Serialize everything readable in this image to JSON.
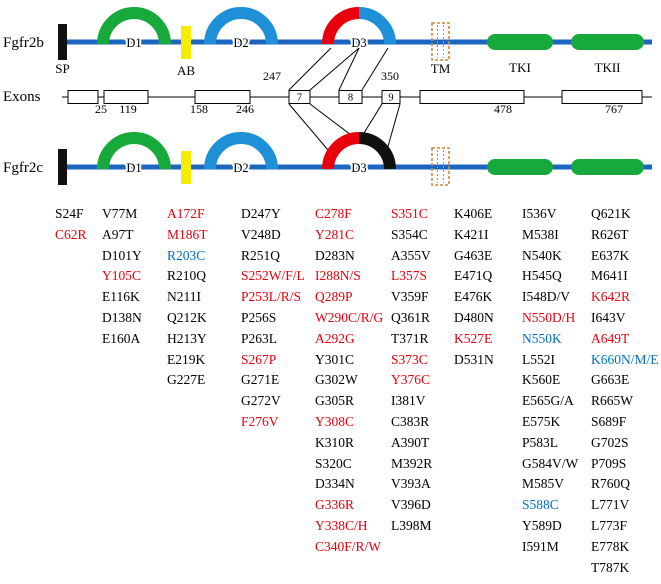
{
  "diagram": {
    "fgfr2b": {
      "name": "Fgfr2b",
      "sp": "SP",
      "ab": "AB",
      "d1": "D1",
      "d2": "D2",
      "d3": "D3",
      "tm": "TM",
      "tki": "TKI",
      "tkii": "TKII"
    },
    "exons": {
      "name": "Exons",
      "above_left": "247",
      "above_right": "350",
      "n25": "25",
      "n119": "119",
      "n158": "158",
      "n246": "246",
      "n478": "478",
      "n767": "767",
      "e7": "7",
      "e8": "8",
      "e9": "9"
    },
    "fgfr2c": {
      "name": "Fgfr2c",
      "d1": "D1",
      "d2": "D2",
      "d3": "D3"
    }
  },
  "colors": {
    "black_text": "#000000",
    "red_mutation": "#e8000d",
    "blue_mutation": "#0070c0",
    "backbone_blue": "#1c66c0",
    "domain_green": "#17a93b",
    "domain_blue": "#1e90d8",
    "domain_red": "#e8000d",
    "domain_black": "#111111",
    "ab_yellow": "#f5ec00",
    "tm_orange": "#cd8a3f"
  },
  "mutation_columns": [
    [
      {
        "t": "S24F",
        "c": "k"
      },
      {
        "t": "C62R",
        "c": "r"
      }
    ],
    [
      {
        "t": "V77M",
        "c": "k"
      },
      {
        "t": "A97T",
        "c": "k"
      },
      {
        "t": "D101Y",
        "c": "k"
      },
      {
        "t": "Y105C",
        "c": "r"
      },
      {
        "t": "E116K",
        "c": "k"
      },
      {
        "t": "D138N",
        "c": "k"
      },
      {
        "t": "E160A",
        "c": "k"
      }
    ],
    [
      {
        "t": "A172F",
        "c": "r"
      },
      {
        "t": "M186T",
        "c": "r"
      },
      {
        "t": "R203C",
        "c": "b"
      },
      {
        "t": "R210Q",
        "c": "k"
      },
      {
        "t": "N211I",
        "c": "k"
      },
      {
        "t": "Q212K",
        "c": "k"
      },
      {
        "t": "H213Y",
        "c": "k"
      },
      {
        "t": "E219K",
        "c": "k"
      },
      {
        "t": "G227E",
        "c": "k"
      }
    ],
    [
      {
        "t": "D247Y",
        "c": "k"
      },
      {
        "t": "V248D",
        "c": "k"
      },
      {
        "t": "R251Q",
        "c": "k"
      },
      {
        "t": "S252W/F/L",
        "c": "r"
      },
      {
        "t": "P253L/R/S",
        "c": "r"
      },
      {
        "t": "P256S",
        "c": "k"
      },
      {
        "t": "P263L",
        "c": "k"
      },
      {
        "t": "S267P",
        "c": "r"
      },
      {
        "t": "G271E",
        "c": "k"
      },
      {
        "t": "G272V",
        "c": "k"
      },
      {
        "t": "F276V",
        "c": "r"
      }
    ],
    [
      {
        "t": "C278F",
        "c": "r"
      },
      {
        "t": "Y281C",
        "c": "r"
      },
      {
        "t": "D283N",
        "c": "k"
      },
      {
        "t": "I288N/S",
        "c": "r"
      },
      {
        "t": "Q289P",
        "c": "r"
      },
      {
        "t": "W290C/R/G",
        "c": "r"
      },
      {
        "t": "A292G",
        "c": "r"
      },
      {
        "t": "Y301C",
        "c": "k"
      },
      {
        "t": "G302W",
        "c": "k"
      },
      {
        "t": "G305R",
        "c": "k"
      },
      {
        "t": "Y308C",
        "c": "r"
      },
      {
        "t": "K310R",
        "c": "k"
      },
      {
        "t": "S320C",
        "c": "k"
      },
      {
        "t": "D334N",
        "c": "k"
      },
      {
        "t": "G336R",
        "c": "r"
      },
      {
        "t": "Y338C/H",
        "c": "r"
      },
      {
        "t": "C340F/R/W",
        "c": "r"
      }
    ],
    [
      {
        "t": "S351C",
        "c": "r"
      },
      {
        "t": "S354C",
        "c": "k"
      },
      {
        "t": "A355V",
        "c": "k"
      },
      {
        "t": "L357S",
        "c": "r"
      },
      {
        "t": "V359F",
        "c": "k"
      },
      {
        "t": "Q361R",
        "c": "k"
      },
      {
        "t": "T371R",
        "c": "k"
      },
      {
        "t": "S373C",
        "c": "r"
      },
      {
        "t": "Y376C",
        "c": "r"
      },
      {
        "t": "I381V",
        "c": "k"
      },
      {
        "t": "C383R",
        "c": "k"
      },
      {
        "t": "A390T",
        "c": "k"
      },
      {
        "t": "M392R",
        "c": "k"
      },
      {
        "t": "V393A",
        "c": "k"
      },
      {
        "t": "V396D",
        "c": "k"
      },
      {
        "t": "L398M",
        "c": "k"
      }
    ],
    [
      {
        "t": "K406E",
        "c": "k"
      },
      {
        "t": "K421I",
        "c": "k"
      },
      {
        "t": "G463E",
        "c": "k"
      },
      {
        "t": "E471Q",
        "c": "k"
      },
      {
        "t": "E476K",
        "c": "k"
      },
      {
        "t": "D480N",
        "c": "k"
      },
      {
        "t": "K527E",
        "c": "r"
      },
      {
        "t": "D531N",
        "c": "k"
      }
    ],
    [
      {
        "t": "I536V",
        "c": "k"
      },
      {
        "t": "M538I",
        "c": "k"
      },
      {
        "t": "N540K",
        "c": "k"
      },
      {
        "t": "H545Q",
        "c": "k"
      },
      {
        "t": "I548D/V",
        "c": "k"
      },
      {
        "t": "N550D/H",
        "c": "r"
      },
      {
        "t": "N550K",
        "c": "b"
      },
      {
        "t": "L552I",
        "c": "k"
      },
      {
        "t": "K560E",
        "c": "k"
      },
      {
        "t": "E565G/A",
        "c": "k"
      },
      {
        "t": "E575K",
        "c": "k"
      },
      {
        "t": "P583L",
        "c": "k"
      },
      {
        "t": "G584V/W",
        "c": "k"
      },
      {
        "t": "M585V",
        "c": "k"
      },
      {
        "t": "S588C",
        "c": "b"
      },
      {
        "t": "Y589D",
        "c": "k"
      },
      {
        "t": "I591M",
        "c": "k"
      }
    ],
    [
      {
        "t": "Q621K",
        "c": "k"
      },
      {
        "t": "R626T",
        "c": "k"
      },
      {
        "t": "E637K",
        "c": "k"
      },
      {
        "t": "M641I",
        "c": "k"
      },
      {
        "t": "K642R",
        "c": "r"
      },
      {
        "t": "I643V",
        "c": "k"
      },
      {
        "t": "A649T",
        "c": "r"
      },
      {
        "t": "K660N/M/E",
        "c": "b"
      },
      {
        "t": "G663E",
        "c": "k"
      },
      {
        "t": "R665W",
        "c": "k"
      },
      {
        "t": "S689F",
        "c": "k"
      },
      {
        "t": "G702S",
        "c": "k"
      },
      {
        "t": "P709S",
        "c": "k"
      },
      {
        "t": "R760Q",
        "c": "k"
      },
      {
        "t": "L771V",
        "c": "k"
      },
      {
        "t": "L773F",
        "c": "k"
      },
      {
        "t": "E778K",
        "c": "k"
      },
      {
        "t": "T787K",
        "c": "k"
      }
    ]
  ]
}
